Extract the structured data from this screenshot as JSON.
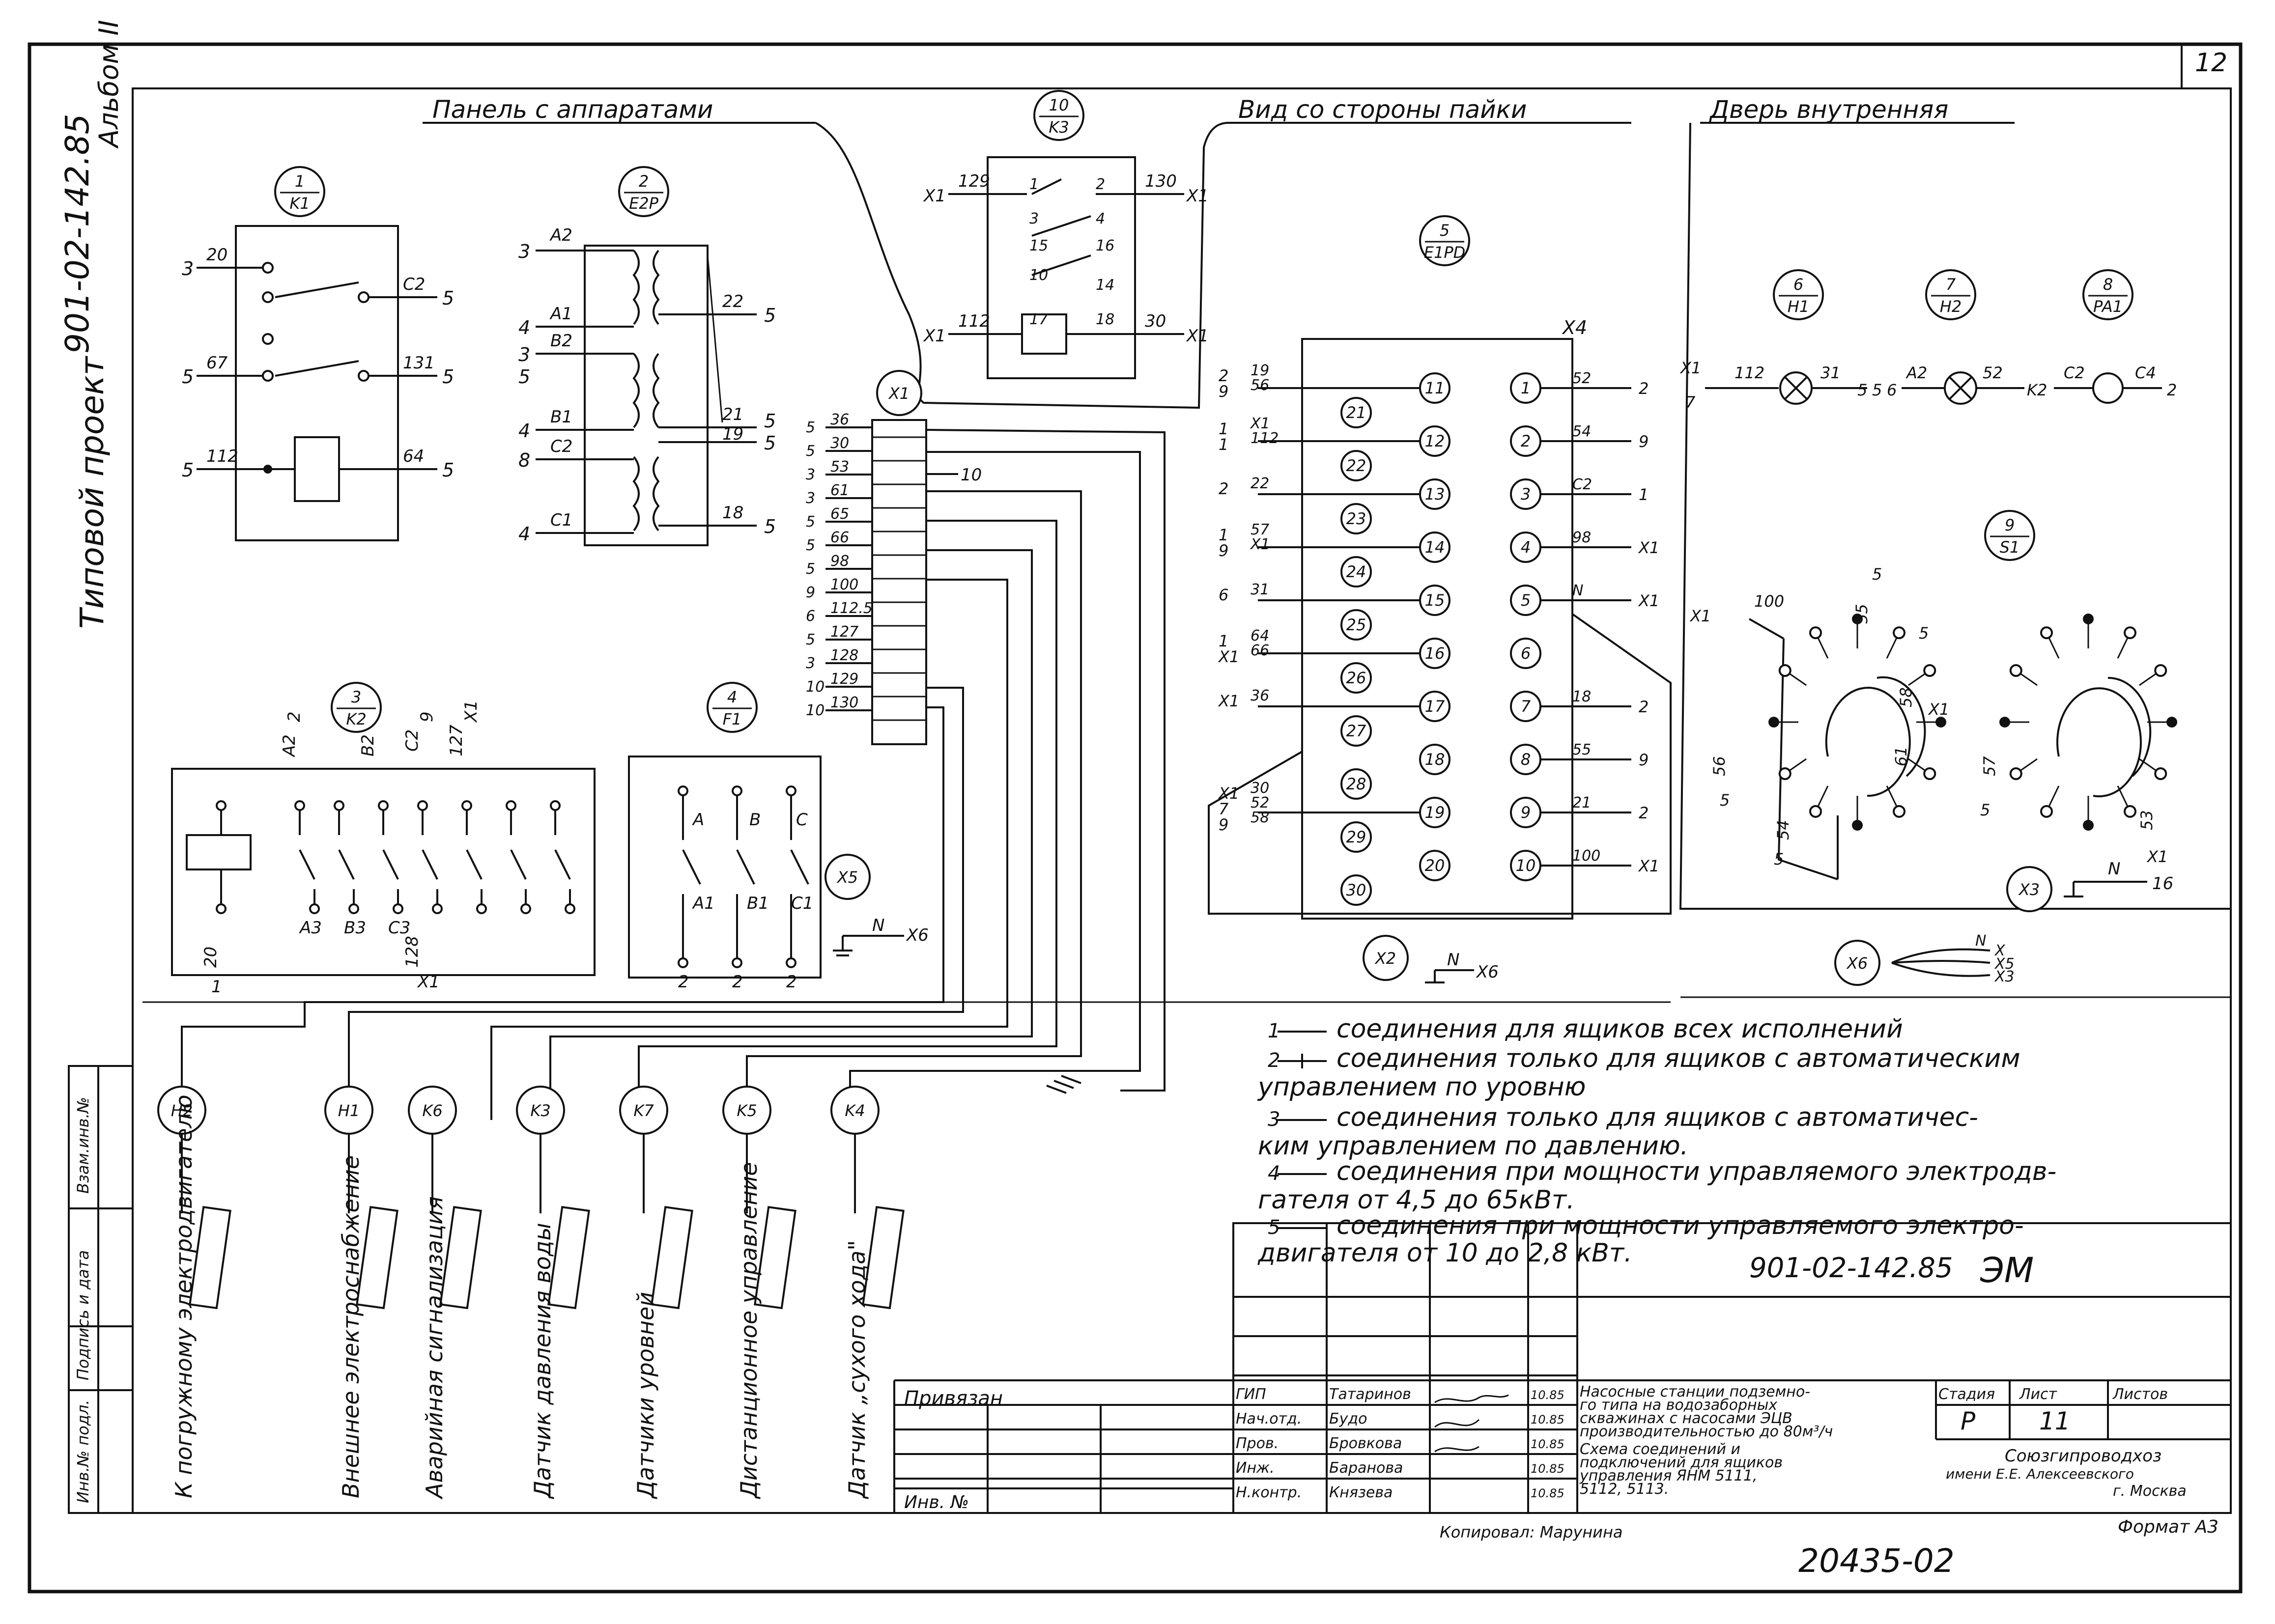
{
  "sheet": {
    "number": "12",
    "side_stamp": {
      "code": "901-02-142.85",
      "album": "Альбом II",
      "project_type": "Типовой проект"
    },
    "left_column_labels": [
      "Инв.№ подл.",
      "Подпись и дата",
      "Взам.инв.№"
    ]
  },
  "sections": {
    "panel": "Панель с аппаратами",
    "solder_view": "Вид со стороны пайки",
    "door": "Дверь внутренняя"
  },
  "components": {
    "k1": {
      "num": "1",
      "code": "K1",
      "left_pins": [
        "3",
        "5",
        "5"
      ],
      "wires_left": [
        "20",
        "67",
        "112"
      ],
      "wires_right": [
        "C2",
        "131",
        "64"
      ],
      "right_pins": [
        "5",
        "5",
        "5"
      ]
    },
    "e2r": {
      "num": "2",
      "code": "E2P",
      "left_pins": [
        "3",
        "4",
        "3",
        "5",
        "4",
        "8",
        "4"
      ],
      "wires_left": [
        "A2",
        "A1",
        "B2",
        "B1",
        "C2",
        "C1"
      ],
      "wires_right": [
        "22",
        "21",
        "19",
        "18"
      ],
      "right_pins": [
        "5",
        "5",
        "5",
        "5"
      ]
    },
    "k3": {
      "num": "10",
      "code": "K3",
      "top_wires": [
        "129",
        "130",
        "112",
        "30"
      ],
      "ends": [
        "X1",
        "X1",
        "X1",
        "X1"
      ],
      "contact_nums": [
        "1",
        "2",
        "3",
        "4",
        "15",
        "16",
        "10",
        "14",
        "17",
        "18"
      ]
    },
    "x1": {
      "code": "X1",
      "rows": [
        "36",
        "30",
        "53",
        "61",
        "65",
        "66",
        "98",
        "100",
        "112.5",
        "127",
        "128",
        "129",
        "130"
      ],
      "row_pins": [
        "5",
        "5",
        "3",
        "3",
        "5",
        "5",
        "5",
        "9",
        "6",
        "5",
        "3",
        "10",
        "10"
      ],
      "right_wire": "10"
    },
    "k2": {
      "num": "3",
      "code": "K2",
      "top": [
        "A2",
        "2",
        "B2",
        "C2",
        "9",
        "X1",
        "127"
      ],
      "bottom": [
        "20",
        "A3",
        "B3",
        "C3",
        "128"
      ],
      "bottom_pins": [
        "1",
        "X1"
      ]
    },
    "f1": {
      "num": "4",
      "code": "F1",
      "top": [
        "A",
        "B",
        "C"
      ],
      "bottom": [
        "A1",
        "B1",
        "C1"
      ],
      "pins": [
        "2",
        "2",
        "2"
      ]
    },
    "x5": {
      "code": "X5",
      "wire": "N",
      "end": "X6"
    },
    "e1pd": {
      "num": "5",
      "code": "E1PD",
      "connector": "X4"
    },
    "x4_left": [
      {
        "n": "11",
        "wires": [
          "19",
          "56"
        ],
        "pins": [
          "2",
          "9"
        ]
      },
      {
        "n": "12",
        "wires": [
          "X1",
          "112"
        ],
        "pins": [
          "1",
          "1"
        ]
      },
      {
        "n": "13",
        "wires": [
          "22"
        ],
        "pins": [
          "2"
        ]
      },
      {
        "n": "14",
        "wires": [
          "57",
          "X1"
        ],
        "pins": [
          "1",
          "9"
        ]
      },
      {
        "n": "15",
        "wires": [
          "31"
        ],
        "pins": [
          "6"
        ]
      },
      {
        "n": "16",
        "wires": [
          "64",
          "66"
        ],
        "pins": [
          "1",
          "X1"
        ]
      },
      {
        "n": "17",
        "wires": [
          "36"
        ],
        "pins": [
          "X1"
        ]
      },
      {
        "n": "18",
        "wires": [],
        "pins": []
      },
      {
        "n": "19",
        "wires": [
          "30",
          "52",
          "58"
        ],
        "pins": [
          "X1",
          "7",
          "9"
        ]
      },
      {
        "n": "20",
        "wires": [],
        "pins": []
      }
    ],
    "x4_inner": [
      "21",
      "22",
      "23",
      "24",
      "25",
      "26",
      "27",
      "28",
      "29",
      "30"
    ],
    "x4_right": [
      {
        "n": "1",
        "wire": "52",
        "pin": "2"
      },
      {
        "n": "2",
        "wire": "54",
        "pin": "9"
      },
      {
        "n": "3",
        "wire": "C2",
        "pin": "1"
      },
      {
        "n": "4",
        "wire": "98",
        "pin": "X1"
      },
      {
        "n": "5",
        "wire": "N",
        "pin": "X1"
      },
      {
        "n": "6",
        "wire": "",
        "pin": ""
      },
      {
        "n": "7",
        "wire": "18",
        "pin": "2"
      },
      {
        "n": "8",
        "wire": "55",
        "pin": "9"
      },
      {
        "n": "9",
        "wire": "21",
        "pin": "2"
      },
      {
        "n": "10",
        "wire": "100",
        "pin": "X1"
      }
    ],
    "x2": {
      "code": "X2",
      "wire": "N",
      "end": "X6"
    },
    "h1": {
      "num": "6",
      "code": "H1",
      "wires": [
        "X1",
        "112",
        "31",
        "5"
      ],
      "pins": [
        "7",
        "5"
      ]
    },
    "h2": {
      "num": "7",
      "code": "H2",
      "wires": [
        "A2",
        "52",
        "K2"
      ],
      "pins": [
        "6"
      ]
    },
    "pa1": {
      "num": "8",
      "code": "PA1",
      "wires": [
        "C2",
        "C4",
        "2"
      ]
    },
    "s1": {
      "num": "9",
      "code": "S1",
      "labels": [
        "X1",
        "100",
        "55",
        "5",
        "5",
        "58",
        "X1",
        "61",
        "56",
        "5",
        "54",
        "5",
        "57",
        "5",
        "53",
        "X1"
      ]
    },
    "x3": {
      "code": "X3",
      "wire": "N",
      "end": "16"
    },
    "x6": {
      "code": "X6",
      "labels": [
        "N",
        "X",
        "X5",
        "X3"
      ]
    }
  },
  "remote_devices": [
    {
      "code": "H2",
      "label": "К погружному электродвигателю"
    },
    {
      "code": "H1",
      "label": "Внешнее электроснабжение"
    },
    {
      "code": "K6",
      "label": "Аварийная сигнализация"
    },
    {
      "code": "K3",
      "label": "Датчик давления воды"
    },
    {
      "code": "K7",
      "label": "Датчики уровней"
    },
    {
      "code": "K5",
      "label": "Дистанционное управление"
    },
    {
      "code": "K4",
      "label": "Датчик „сухого хода\""
    }
  ],
  "legend": {
    "l1_mark": "1",
    "l1": "соединения для ящиков всех исполнений",
    "l2_mark": "2",
    "l2a": "соединения только для ящиков с автоматическим",
    "l2b": "управлением по уровню",
    "l3_mark": "3",
    "l3a": "соединения только для ящиков с автоматичес-",
    "l3b": "ким управлением по давлению.",
    "l4_mark": "4",
    "l4a": "соединения при мощности управляемого электродв-",
    "l4b": "гателя от 4,5 до 65кВт.",
    "l5_mark": "5",
    "l5a": "соединения при мощности управляемого электро-",
    "l5b": "двигателя от 10 до 2,8 кВт."
  },
  "title_block": {
    "doc_code": "901-02-142.85",
    "doc_type": "ЭМ",
    "privyazan": "Привязан",
    "inv": "Инв. №",
    "roles": [
      "ГИП",
      "Нач.отд.",
      "Пров.",
      "Инж.",
      "Н.контр."
    ],
    "names": [
      "Татаринов",
      "Будо",
      "Бровкова",
      "Баранова",
      "Князева"
    ],
    "dates": [
      "10.85",
      "10.85",
      "10.85",
      "10.85",
      "10.85"
    ],
    "title_lines": [
      "Насосные станции подземно-",
      "го типа на водозаборных",
      "скважинах с насосами ЭЦВ",
      "производительностью до 80м³/ч",
      "Схема соединений и",
      "подключений для ящиков",
      "управления ЯНМ 5111,",
      "5112, 5113."
    ],
    "stage_h": "Стадия",
    "sheet_h": "Лист",
    "sheets_h": "Листов",
    "stage": "Р",
    "sheet_no": "11",
    "sheets": "",
    "org": [
      "Союзгипроводхоз",
      "имени Е.Е. Алексеевского",
      "г. Москва"
    ],
    "copied": "Копировал: Марунина",
    "format": "Формат А3",
    "inventory_no": "20435-02"
  }
}
